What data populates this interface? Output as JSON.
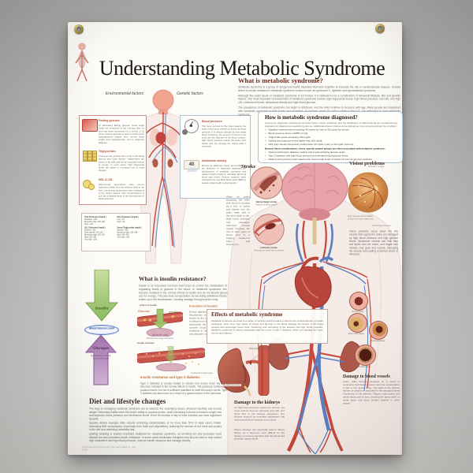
{
  "poster": {
    "title": "Understanding Metabolic Syndrome",
    "plate": "PLATE 22",
    "copyright": "©2008 Scientific Publishing Ltd., Lake Forest Village, IL, USA\n22-08"
  },
  "factors": {
    "environmental": "Environmental factors",
    "genetic": "Genetic factors"
  },
  "callouts": {
    "fasting_glucose": {
      "label": "Fasting glucose",
      "text": "To administer fasting glucose, blood sugar levels are measured in the morning after no food has been consumed for a period of 12 hours. Fasting glucose is used to confirm both hyperglycemia (higher than normal blood sugar) and hypoglycemia, and to diagnose diabetes."
    },
    "triglycerides": {
      "label": "Triglycerides",
      "text": "These are the primary form of fat in the blood plasma and body tissues. Triglycerides are stored in fat cells and are an important source of energy. In most cases, high triglyceride levels are linked to increased risk of heart disease."
    },
    "hdl_ldl": {
      "label": "HDL & LDL",
      "text": "High-density lipoproteins carry excess cholesterol away from the arteries back to the liver. Low-density lipoproteins carry cholesterol to the body's tissues; high concentrations of LDL are a leading factor in the development of atherosclerosis."
    },
    "blood_pressure": {
      "label": "Blood pressure",
      "text": "The force exerted by the blood against the walls of the blood vessels is known as blood pressure. It is directly affected by how easily blood is flowing, the amount of blood in the body and the diameter of the blood vessels. High blood pressure makes the heart work harder and can damage the vessel walls if untreated."
    },
    "abdominal_obesity": {
      "label": "Abdominal obesity",
      "text": "Excess fat (adipose) tissue accumulated in the abdomen is especially significant for development of metabolic syndrome and related health problems, including abnormal blood lipid levels. Doctors measure waist circumference and Body Mass Index (BMI) to assess patients with central obesity."
    }
  },
  "cholesterol_table": {
    "total": {
      "heading": "Total Cholesterol (mg/dL)",
      "rows": "Desirable: <200\nBorderline-high: 200–239\nHigh: ≥240"
    },
    "hdl": {
      "heading": "HDL Cholesterol (mg/dL)",
      "rows": "Low: <40\nHigh: ≥60"
    },
    "ldl": {
      "heading": "LDL Cholesterol (mg/dL)",
      "rows": "Optimal: <100\nNear optimal: 100–129\nBorderline-high: 130–159\nHigh: 160–189\nVery high: ≥190"
    },
    "triglycerides": {
      "heading": "Serum Triglycerides (mg/dL)",
      "rows": "Normal: <150\nBorderline-high: 150–199\nHigh: 200–499\nVery high: ≥500"
    }
  },
  "what_is": {
    "heading": "What is metabolic syndrome?",
    "p1": "Metabolic syndrome is a group of dangerous health disorders that work together to increase the risk of cardiovascular disease. Closely linked to insulin resistance, metabolic syndrome is also known as syndrome X, dysbolic and dysmetabolic syndrome.",
    "p2": "Although the exact cause of metabolic syndrome is not known, it is believed to be a combination of abnormal lifestyle, diet and genetic factors. The most important characteristics of metabolic syndrome include high triglyceride levels, high blood pressure, low HDL and high LDL cholesterol levels, abdominal obesity and high blood glucose.",
    "p3": "The prevalence of metabolic syndrome can begin in childhood, and the risks continue to increase with age. Many people are diagnosed with metabolic syndrome in their sixties and seventies. At present, nearly 50 million adults in the U.S. are estimated to have metabolic syndrome."
  },
  "diagnosed": {
    "heading": "How is metabolic syndrome diagnosed?",
    "intro": "Among the diagnostic measurements listed below, insulin resistance and the distribution of abdominal fat are considered key indicators for diagnosing metabolic syndrome. Additional criteria continue to be defined as more is learned about the condition:",
    "bullets": [
      "Waistline measurement exceeding 40 inches for men or 35 inches for women",
      "Blood pressure above 130/85 mm Hg",
      "Triglyceride levels exceeding 150 mg/dL",
      "Fasting blood glucose levels higher than 100 mg/dL",
      "HDL (high-density lipoprotein) levels below 40 mg/dL (men) or 50 mg/dL (women)"
    ],
    "bold_line": "Beyond these considerations, these specific patient groups are often associated with metabolic syndrome:",
    "bullets2": [
      "Patients with known diabetes mellitus and impaired fasting glucose levels",
      "Type 2 diabetics with high blood pressure and elevated blood glucose levels",
      "Patients with previous heart attacks who receive high levels of insulin but are not glucose intolerant"
    ]
  },
  "stroke": {
    "heading": "Stroke",
    "text": "When an artery supplying the brain with blood is blocked by a clot, or bursts and bleeds into the brain, brain cells in the area begin to die. High blood pressure and damaged, narrowed vessels greatly increase the risk of both types of stroke and of a bulging, weakened artery wall (aneurysm).",
    "hemorrhagic_label": "Hemorrhagic stroke",
    "hemorrhagic_sub": "Rupture of blood vessels",
    "ischemic_label": "Ischemic stroke",
    "ischemic_sub": "Reduction in blood flow to arteries"
  },
  "vision": {
    "heading": "Vision problems",
    "label_top": "Unhealthy vessels",
    "label_left": "Fatty deposits (accumulation of lipids that have leaked out)",
    "label_bottom": "Narrowing of vessels",
    "text": "Vision problems occur when the tiny vessels that supply the retina are damaged by high blood pressure and high glucose levels. Weakened vessels can leak fluid and lipids onto the retina, and fragile new vessels may grow and rupture, damaging the macula and leading to blurred vision or blindness."
  },
  "insulin": {
    "heading": "What is insulin resistance?",
    "intro": "Insulin is an important hormone that helps to control the metabolism of the body by regulating levels of glucose in the blood. In metabolic syndrome, the body's cells become resistant to the normal effects of insulin and do not absorb glucose properly to use for energy. The pancreas compensates by secreting additional insulin, and glucose builds up in the bloodstream, causing damage throughout the body.",
    "arrow_down_label": "Insulin",
    "oval_label": "Blood Glucose Level",
    "arrow_up_label": "Glucagon",
    "arrow_up_sub": "Epinephrine, Cortisol,\nGrowth Hormone",
    "action_label": "Action of insulin",
    "d1_insulin": "Insulin",
    "d1_glucose": "Glucose",
    "d1_cell": "Muscle cell",
    "normal_caption": "Normal blood sugar absorption",
    "resistant_label": "Insulin resistant",
    "unabsorbed_caption": "Unabsorbed blood sugar",
    "function_heading": "Function of insulin",
    "function_text": "During digestion, sugar is absorbed into the bloodstream and stimulates the production of insulin by the pancreas. Insulin allows glucose to diffuse from the blood into the body's tissues, particularly the skeletal muscles. Insulin also controls blood sugar by promoting protein synthesis in the cells and regulating glucose and glycogen conversion in the liver.",
    "type2_heading": "Insulin resistance and type 2 diabetes",
    "type2_text": "Type 2 diabetes is closely related to obesity and occurs when the body becomes resistant to the normal effects of insulin. The pancreas continues to produce insulin, but not in sufficient quantities to meet the body's needs. Type 2 diabetes can also occur as a result of a gradual failure of the pancreas."
  },
  "effects": {
    "heading": "Effects of metabolic syndrome",
    "text": "Metabolic syndrome can lead to a variety of serious health problems linked to the central disorder of insulin resistance. Over time, high levels of insulin and glucose in the blood damage the linings of the blood vessels and encourage blood clots, hardening and narrowing of the arteries and high blood pressure. Metabolic syndrome is closely associated with the onset of type 2 diabetes, which can damage the eyes, nerves and kidneys."
  },
  "kidneys": {
    "heading": "Damage to the kidneys",
    "label_narrowing": "Narrowing of renal artery",
    "label_blocked": "Blocked renal artery",
    "p1": "As high blood pressure injures the arteries, the renal arteries become narrowed and stiff, and blood flow to the kidneys decreases. The kidneys respond by secreting substances that raise overall blood pressure and volume.",
    "p2": "Kidney damage can eventually lead to kidney failure, as it becomes more difficult for the kidneys to remove impurities from the blood and eliminate excess fluids."
  },
  "vessels": {
    "heading": "Damage to blood vessels",
    "labels": [
      "Normal artery",
      "Artery with plaque",
      "Ruptured plaque",
      "Blocked artery"
    ],
    "text": "Artery walls become damaged as a result of continuing high blood pressure and the accumulation of fats in the vessel lining. The walls of the arteries harden as calcium is deposited in the damaged areas ('hardening' of the arteries). Plaques may rupture and cause blood clots to form, blocking the artery itself, or break away and block smaller arteries in other organs."
  },
  "diet": {
    "heading": "Diet and lifestyle changes",
    "p1": "The keys to managing metabolic syndrome are to address the underlying issues: physical inactivity and excess weight. Sedentary habits lower the body's ability to process insulin, while increasing exercise enhances weight loss and improves blood pressure and cholesterol levels. Even 30 minutes a day of brisk exercise can have significant benefits.",
    "p2": "Specific dietary changes often include restricting carbohydrates to no more than 50% of daily caloric intake, increasing fiber consumption (especially from fruits and vegetables), reducing the amount of red meat and poultry in the diet and restricting unhealthy fats.",
    "p3": "Quitting smoking is another important treatment for metabolic syndrome, as smoking not only promotes heart disease but also increases insulin resistance. In some cases medication therapies may also be used to help control high cholesterol and high blood pressure, improve insulin response and manage obesity."
  }
}
